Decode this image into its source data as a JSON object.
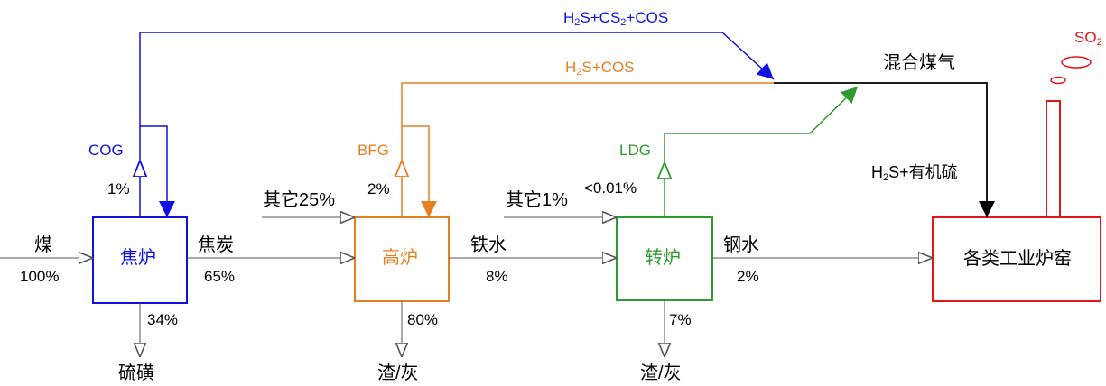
{
  "colors": {
    "cog": "#1010e0",
    "bfg": "#e57f22",
    "ldg": "#2f9a2f",
    "mix": "#000000",
    "kiln": "#e3161b",
    "flow": "#555555"
  },
  "boxes": {
    "coke_oven": "焦炉",
    "blast_furnace": "高炉",
    "converter": "转炉",
    "kilns": "各类工业炉窑"
  },
  "inputs": {
    "coal_label": "煤",
    "coal_pct": "100%",
    "other_bf": "其它25%",
    "other_cv": "其它1%"
  },
  "streams": {
    "coke_label": "焦炭",
    "coke_pct": "65%",
    "iron_label": "铁水",
    "iron_pct": "8%",
    "steel_label": "钢水",
    "steel_pct": "2%"
  },
  "outputs": {
    "sulfur_pct": "34%",
    "sulfur_label": "硫磺",
    "bf_slag_pct": "80%",
    "bf_slag_label": "渣/灰",
    "cv_slag_pct": "7%",
    "cv_slag_label": "渣/灰"
  },
  "gases": {
    "cog_name": "COG",
    "cog_pct": "1%",
    "bfg_name": "BFG",
    "bfg_pct": "2%",
    "ldg_name": "LDG",
    "ldg_pct": "<0.01%",
    "mixed": "混合煤气",
    "cog_species": {
      "a": "H",
      "a_sub": "2",
      "b": "S+CS",
      "b_sub": "2",
      "c": "+COS"
    },
    "bfg_species": {
      "a": "H",
      "a_sub": "2",
      "b": "S+COS"
    },
    "mixed_species": {
      "a": "H",
      "a_sub": "2",
      "b": "S+有机硫"
    },
    "emission": {
      "a": "SO",
      "a_sub": "2"
    }
  }
}
